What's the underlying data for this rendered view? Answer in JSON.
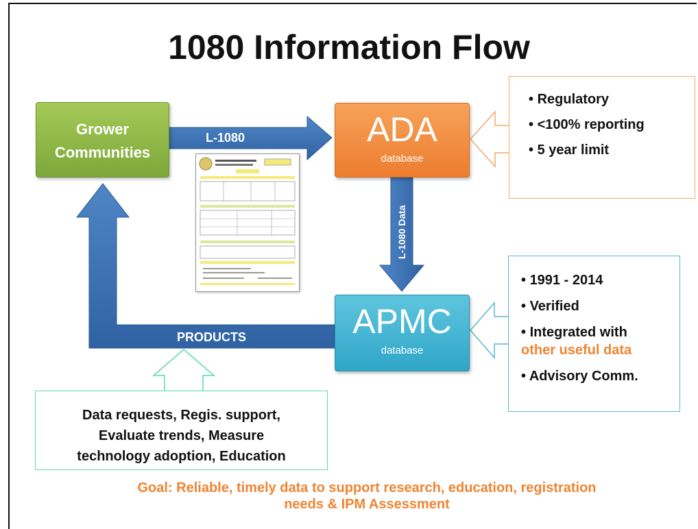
{
  "title": "1080 Information Flow",
  "nodes": {
    "grower": {
      "line1": "Grower",
      "line2": "Communities"
    },
    "ada": {
      "name": "ADA",
      "sub": "database"
    },
    "apmc": {
      "name": "APMC",
      "sub": "database"
    }
  },
  "arrows": {
    "l1080": "L-1080",
    "l1080_data": "L-1080 Data",
    "products": "PRODUCTS"
  },
  "ada_callout": [
    "Regulatory",
    "<100% reporting",
    "5 year limit"
  ],
  "apmc_callout": {
    "item1": "1991 - 2014",
    "item2": "Verified",
    "item3_a": "Integrated with",
    "item3_b": "other useful data",
    "item4": "Advisory Comm."
  },
  "products_callout": {
    "line1": "Data requests, Regis. support,",
    "line2": "Evaluate trends, Measure",
    "line3": "technology adoption, Education"
  },
  "goal": {
    "line1": "Goal: Reliable, timely data to support research, education, registration",
    "line2": "needs & IPM Assessment"
  },
  "colors": {
    "arrow_blue": "#3c74b5",
    "grower_green": "#8db646",
    "ada_orange": "#f28b3c",
    "apmc_cyan": "#3cb1d2",
    "goal_orange": "#ef8430"
  }
}
